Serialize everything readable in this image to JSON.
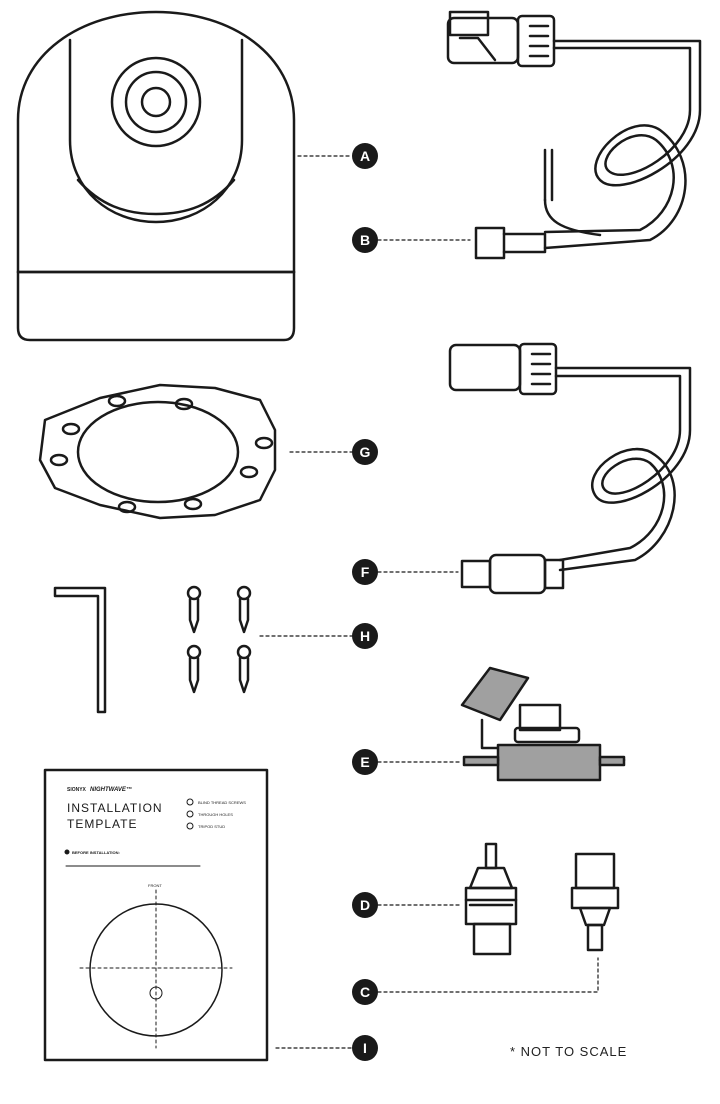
{
  "labels": {
    "a": "A",
    "b": "B",
    "c": "C",
    "d": "D",
    "e": "E",
    "f": "F",
    "g": "G",
    "h": "H",
    "i": "I"
  },
  "note": "* NOT TO SCALE",
  "template": {
    "brand": "SIONYX",
    "product": "NIGHTWAVE™",
    "title_line1": "INSTALLATION",
    "title_line2": "TEMPLATE",
    "legend": [
      "BLIND THREAD SCREWS",
      "THROUGH HOLES",
      "TRIPOD STUD"
    ],
    "before_heading": "BEFORE INSTALLATION:",
    "front_label": "FRONT"
  },
  "colors": {
    "ink": "#1a1a1a",
    "fill_light": "#ffffff",
    "fill_grey": "#a0a0a0"
  }
}
